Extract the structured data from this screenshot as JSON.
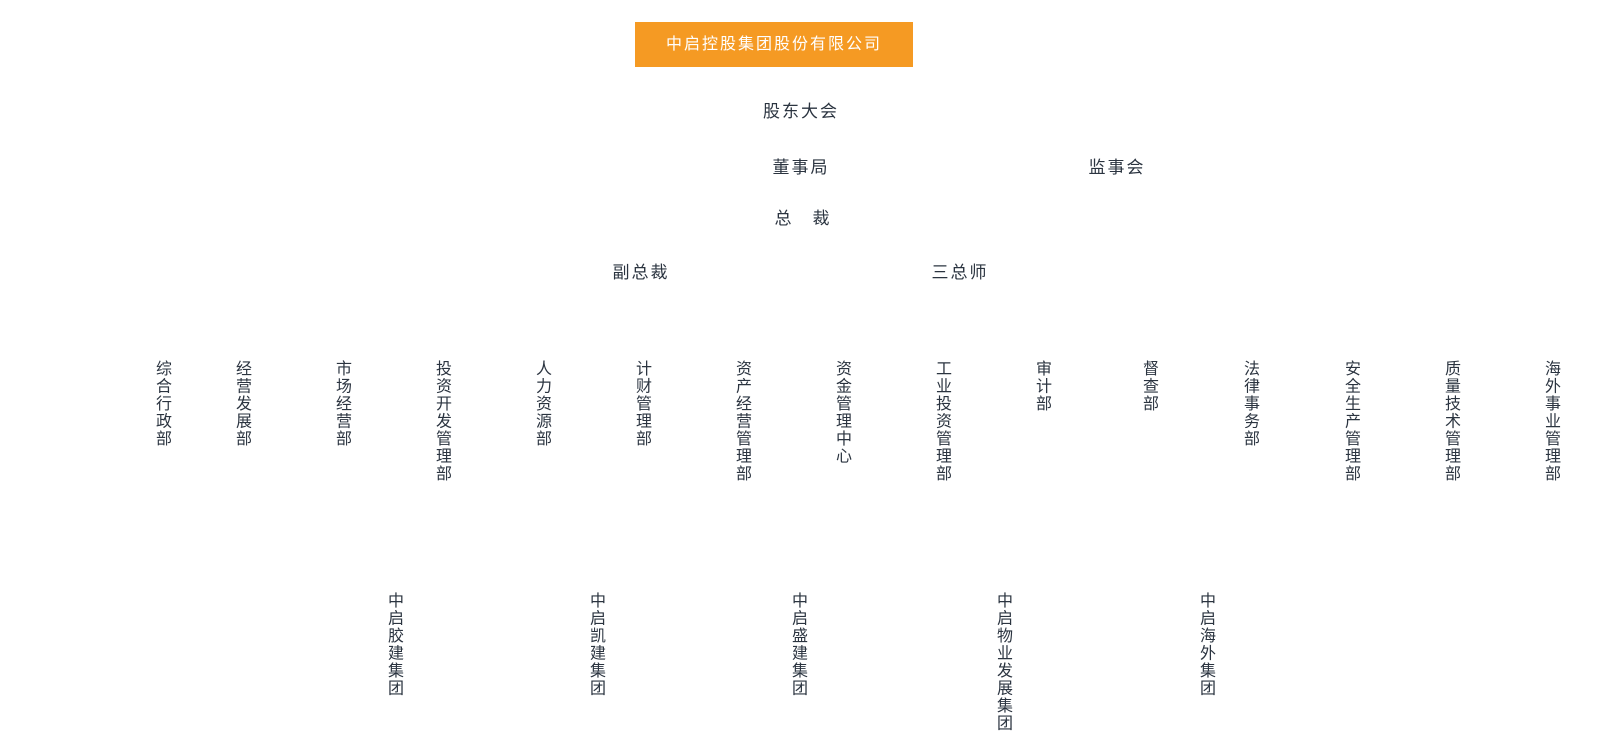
{
  "company": {
    "name": "中启控股集团股份有限公司"
  },
  "colors": {
    "accent_orange": "#F59A23",
    "title_text": "#FFFFFF",
    "node_text": "#2B3440",
    "background": "#FFFFFF"
  },
  "governance": {
    "shareholders_meeting": "股东大会",
    "board_of_directors": "董事局",
    "supervisory_board": "监事会",
    "president": "总　裁",
    "vice_president": "副总裁",
    "three_chiefs": "三总师"
  },
  "departments": [
    "综合行政部",
    "经营发展部",
    "市场经营部",
    "投资开发管理部",
    "人力资源部",
    "计财管理部",
    "资产经营管理部",
    "资金管理中心",
    "工业投资管理部",
    "审计部",
    "督查部",
    "法律事务部",
    "安全生产管理部",
    "质量技术管理部",
    "海外事业管理部"
  ],
  "subsidiaries": [
    "中启胶建集团",
    "中启凯建集团",
    "中启盛建集团",
    "中启物业发展集团",
    "中启海外集团"
  ]
}
